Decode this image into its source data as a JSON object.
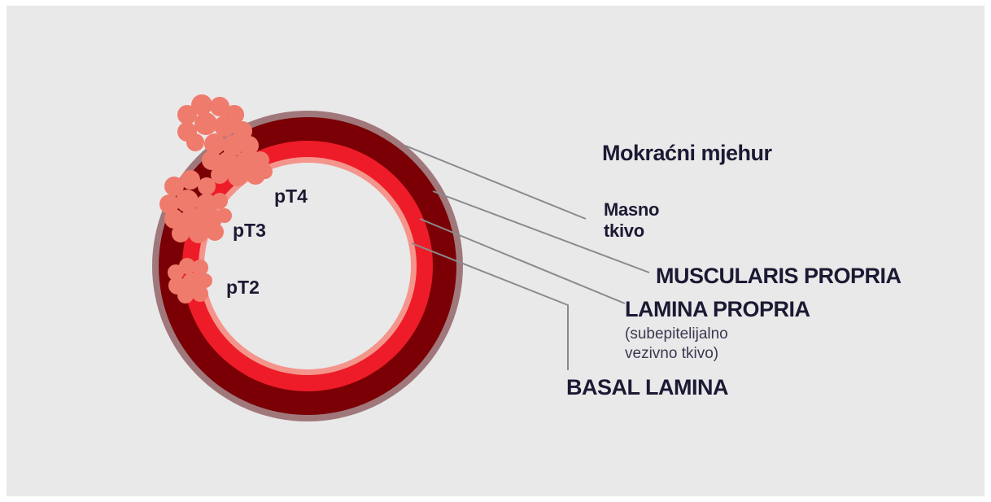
{
  "title": "Mokraćni mjehur",
  "layers": {
    "fat": "Masno",
    "fat_line2": "tkivo",
    "muscularis": "MUSCULARIS PROPRIA",
    "lamina": "LAMINA PROPRIA",
    "lamina_sub1": "(subepitelijalno",
    "lamina_sub2": "vezivno tkivo)",
    "basal": "BASAL LAMINA"
  },
  "stages": {
    "pT4": "pT4",
    "pT3": "pT3",
    "pT2": "pT2"
  },
  "colors": {
    "background": "#eae9ea",
    "fat_layer": "#a0787b",
    "muscularis_layer": "#7a0005",
    "lamina_layer": "#ee1c28",
    "basal_layer": "#f4958c",
    "lumen": "#eae9ea",
    "tumor": "#ef7b6c",
    "leader_line": "#8a8a8c",
    "text": "#1b1a33"
  }
}
